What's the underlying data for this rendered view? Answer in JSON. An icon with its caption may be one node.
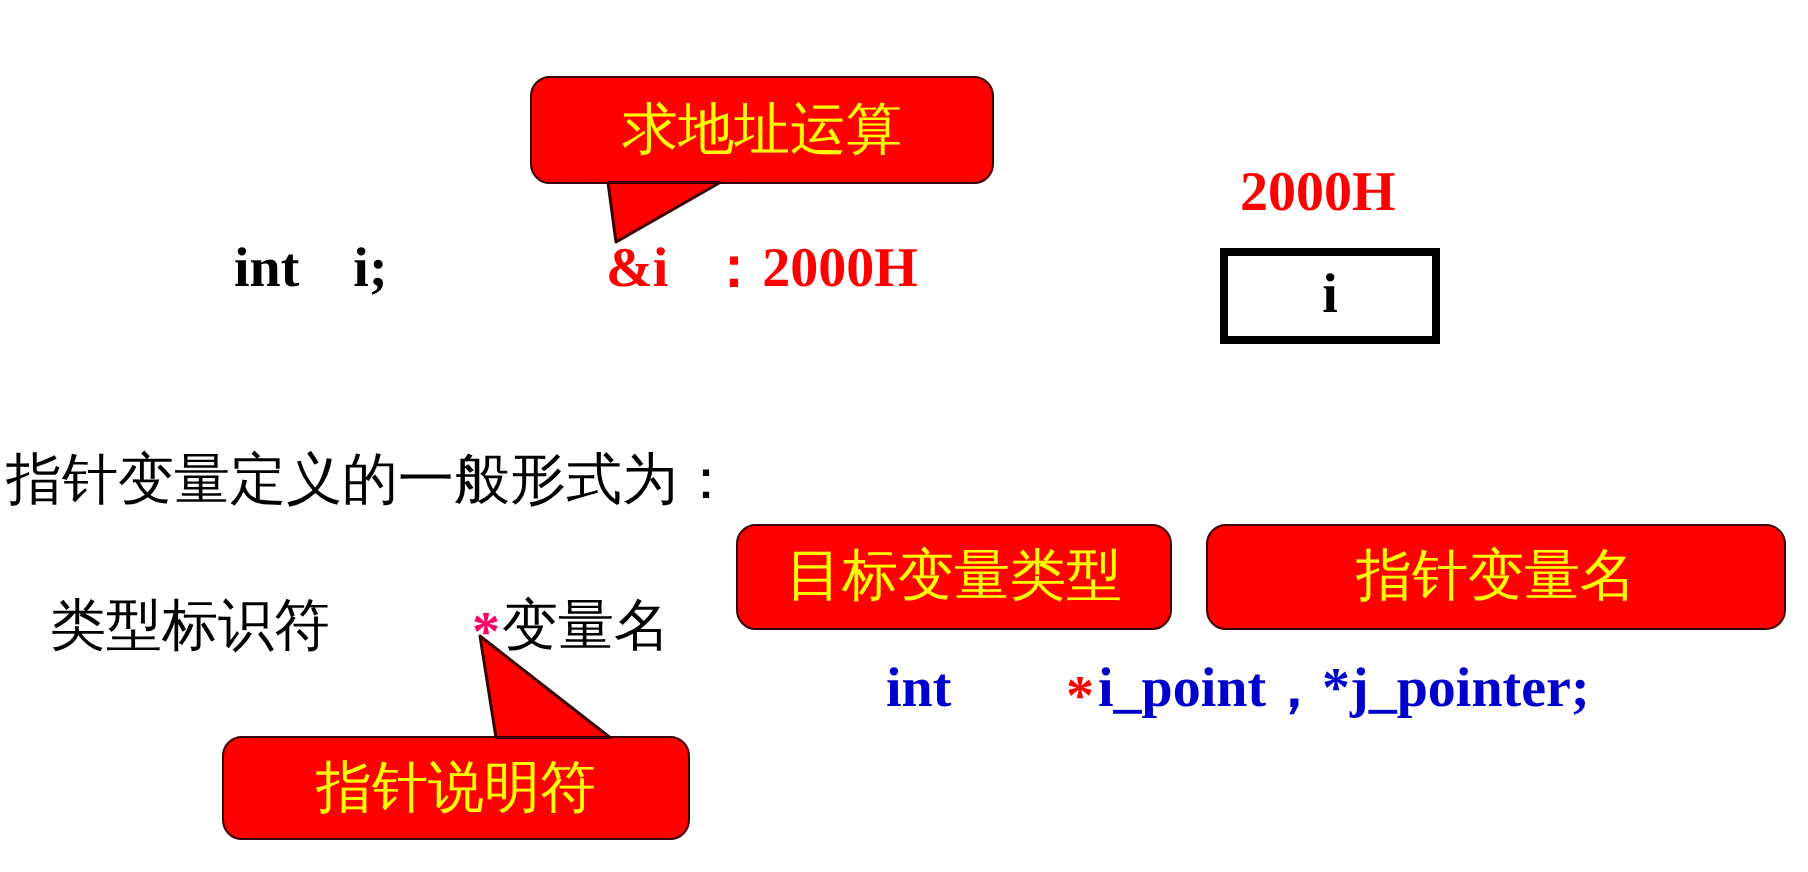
{
  "diagram": {
    "nodes": [
      {
        "text": [
          "求地址运算"
        ]
      },
      {
        "text": [
          "&i ：2000H"
        ]
      },
      {
        "text": [
          "i"
        ],
        "beside": [
          "2000H"
        ]
      },
      {
        "text": [
          "目标变量类型"
        ]
      },
      {
        "text": [
          "指针变量名"
        ]
      },
      {
        "text": [
          "*"
        ]
      },
      {
        "text": [
          "指针说明符"
        ]
      }
    ],
    "edges": [
      {
        "from": 0,
        "to": 1,
        "arrow": "to"
      },
      {
        "from": 6,
        "to": 5,
        "arrow": "to"
      }
    ],
    "labels": [
      "int i;",
      "指针变量定义的一般形式为：",
      "类型标识符",
      "变量名",
      "int",
      "*",
      "i_point，*j_pointer;"
    ]
  }
}
